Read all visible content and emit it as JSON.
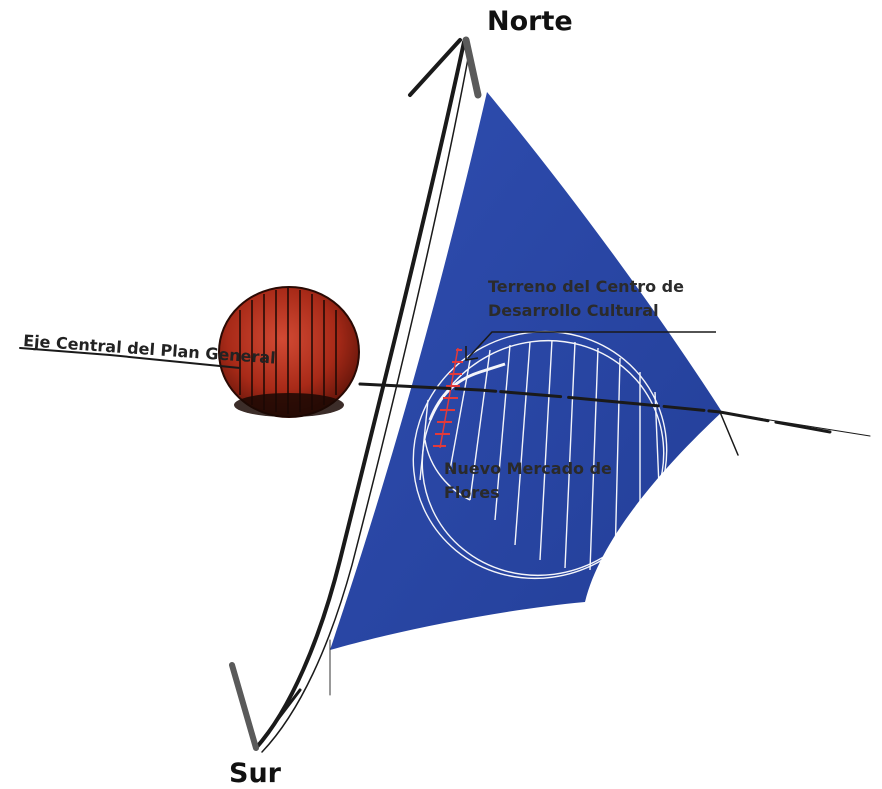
{
  "labels": {
    "north": "Norte",
    "south": "Sur",
    "central_axis": "Eje Central del Plan General",
    "site_line1": "Terreno del Centro de",
    "site_line2": "Desarrollo Cultural",
    "market_line1": "Nuevo  Mercado de",
    "market_line2": "Flores"
  },
  "colors": {
    "triangle": "#2d4aa6",
    "sphere": "#b8301e",
    "ink": "#1a1a1a",
    "highlight_red": "#e23a3a",
    "sketch_white": "#ffffff"
  }
}
